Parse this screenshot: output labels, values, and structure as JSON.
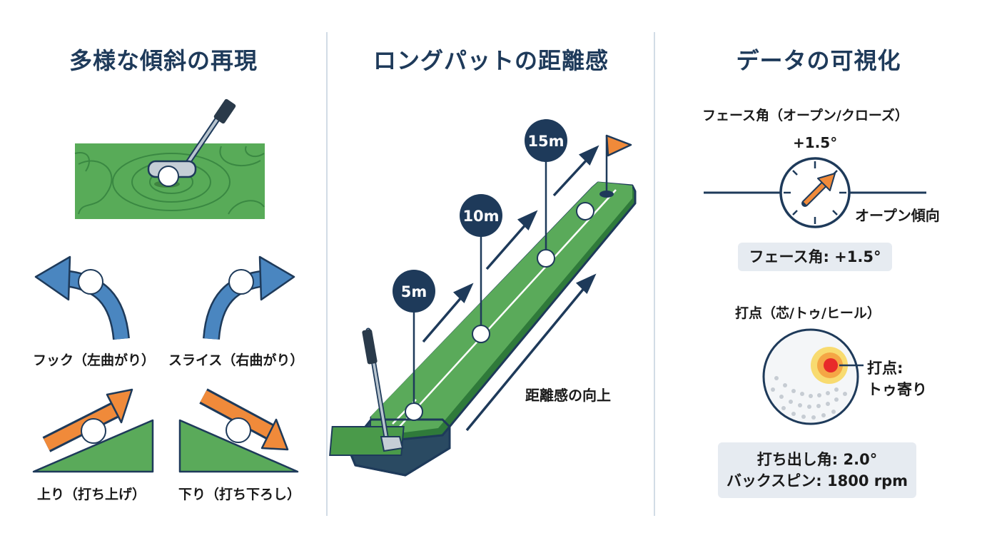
{
  "slopes": {
    "title": "多様な傾斜の再現",
    "hook_label": "フック（左曲がり）",
    "slice_label": "スライス（右曲がり）",
    "uphill_label": "上り（打ち上げ）",
    "downhill_label": "下り（打ち下ろし）"
  },
  "long_putt": {
    "title": "ロングパットの距離感",
    "markers": [
      "5m",
      "10m",
      "15m"
    ],
    "caption": "距離感の向上"
  },
  "data_viz": {
    "title": "データの可視化",
    "face_angle_heading": "フェース角（オープン/クローズ）",
    "face_angle_value": "+1.5°",
    "face_angle_direction": "オープン傾向",
    "face_angle_readout": "フェース角: +1.5°",
    "impact_heading": "打点（芯/トゥ/ヒール）",
    "impact_label_line1": "打点:",
    "impact_label_line2": "トゥ寄り",
    "launch_angle": "打ち出し角: 2.0°",
    "backspin": "バックスピン: 1800 rpm"
  },
  "colors": {
    "navy": "#1e3a5a",
    "green": "#5aaa5a",
    "dark_green": "#2f7a3a",
    "blue_arrow": "#4a86c0",
    "orange_arrow": "#f08a3a",
    "flag": "#f08a3a",
    "impact_red": "#e82a2a"
  }
}
